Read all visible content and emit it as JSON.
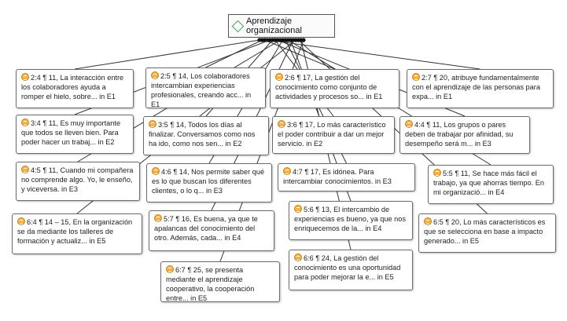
{
  "root": {
    "label": "Aprendizaje organizacional",
    "icon": "code-diamond-icon",
    "color": "#3aa655"
  },
  "quotes": [
    {
      "id": "q1",
      "ref": "2:4 ¶ 11",
      "text": ", La interacción entre los colaboradores ayuda a romper el hielo, sobre... in E1"
    },
    {
      "id": "q2",
      "ref": "2:5 ¶ 14",
      "text": ", Los colaboradores intercambian experiencias profesionales, creando acc... in E1"
    },
    {
      "id": "q3",
      "ref": "2:6 ¶ 17",
      "text": ", La gestión del conocimiento como conjunto de actividades y procesos so... in E1"
    },
    {
      "id": "q4",
      "ref": "2:7 ¶ 20",
      "text": ", atribuye fundamentalmente con el aprendizaje de las personas para expa... in E1"
    },
    {
      "id": "q5",
      "ref": "3:4 ¶ 11",
      "text": ", Es muy importante que todos se lleven bien. Para poder hacer un trabaj... in E2"
    },
    {
      "id": "q6",
      "ref": "3:5 ¶ 14",
      "text": ", Todos los días al finalizar. Conversamos como nos ha ido, como nos sen... in E2"
    },
    {
      "id": "q7",
      "ref": "3:6 ¶ 17",
      "text": ", Lo más característico el poder contribuir a dar un mejor servicio. in E2"
    },
    {
      "id": "q8",
      "ref": "4:4 ¶ 11",
      "text": ", Los grupos o pares deben de trabajar por afinidad, su desempeño será m... in E3"
    },
    {
      "id": "q9",
      "ref": "4:5 ¶ 11",
      "text": ", Cuando mi compañera no comprende algo. Yo, le enseño, y viceversa. in E3"
    },
    {
      "id": "q10",
      "ref": "4:6 ¶ 14",
      "text": ", Nos permite saber qué es lo que buscan los diferentes clientes, o lo q... in E3"
    },
    {
      "id": "q11",
      "ref": "4:7 ¶ 17",
      "text": ", Es idónea. Para intercambiar conocimientos. in E3"
    },
    {
      "id": "q12",
      "ref": "5:5 ¶ 11",
      "text": ", Se hace más fácil el trabajo, ya que ahorras tiempo. En mi organizació... in E4"
    },
    {
      "id": "q13",
      "ref": "5:6 ¶ 13",
      "text": ", El intercambio de experiencias es bueno, ya que nos enriquecemos de la... in E4"
    },
    {
      "id": "q14",
      "ref": "5:7 ¶ 16",
      "text": ", Es buena, ya que te apalancas del conocimiento del otro. Además, cada... in E4"
    },
    {
      "id": "q15",
      "ref": "6:4 ¶ 14 – 15",
      "text": ", En la organización se da mediante los talleres de formación y actualiz... in E5"
    },
    {
      "id": "q16",
      "ref": "6:5 ¶ 20",
      "text": ", Lo más característicos es que se selecciona en base a impacto generado... in E5"
    },
    {
      "id": "q17",
      "ref": "6:6 ¶ 24",
      "text": ", La gestión del conocimiento es una oportunidad para poder mejorar la e... in E5"
    },
    {
      "id": "q18",
      "ref": "6:7 ¶ 25",
      "text": ", se presenta mediante el aprendizaje cooperativo, la cooperación entre... in E5"
    }
  ],
  "quote_icon": "quotation-icon"
}
